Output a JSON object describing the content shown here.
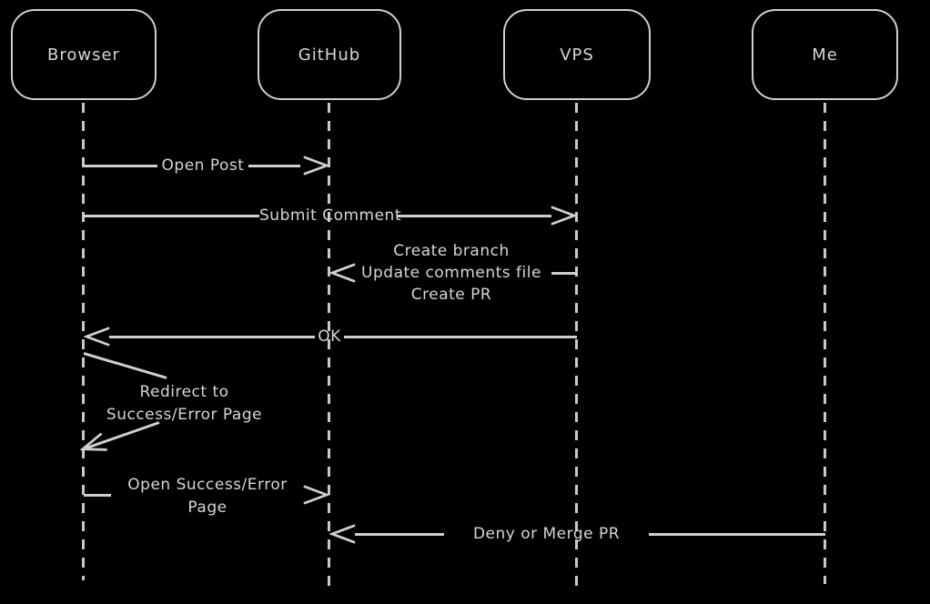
{
  "colors": {
    "background": "#000000",
    "stroke": "#cfcfcf",
    "text": "#d6d6d6"
  },
  "actors": [
    {
      "label": "Browser"
    },
    {
      "label": "GitHub"
    },
    {
      "label": "VPS"
    },
    {
      "label": "Me"
    }
  ],
  "messages": [
    {
      "label": "Open Post",
      "from": "Browser",
      "to": "GitHub"
    },
    {
      "label": "Submit Comment",
      "from": "Browser",
      "to": "VPS"
    },
    {
      "lines": [
        "Create branch",
        "Update comments file",
        "Create PR"
      ],
      "from": "VPS",
      "to": "GitHub"
    },
    {
      "label": "OK",
      "from": "VPS",
      "to": "Browser"
    },
    {
      "lines": [
        "Redirect to",
        "Success/Error Page"
      ],
      "from": "Browser",
      "to": "Browser"
    },
    {
      "lines": [
        "Open Success/Error",
        "Page"
      ],
      "from": "Browser",
      "to": "GitHub"
    },
    {
      "label": "Deny or Merge PR",
      "from": "Me",
      "to": "GitHub"
    }
  ]
}
